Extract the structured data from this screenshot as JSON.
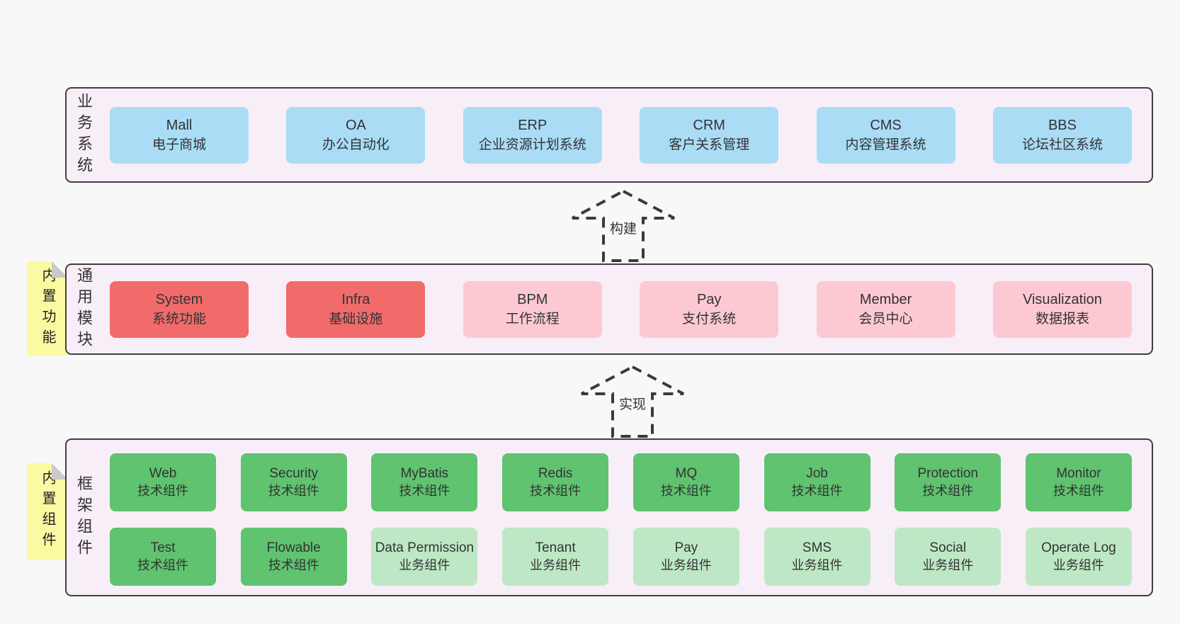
{
  "colors": {
    "page_bg": "#f8f8f8",
    "panel_bg": "#f8eef7",
    "panel_border": "#3f3f3f",
    "box_blue": "#aadcf6",
    "box_red": "#f16b6b",
    "box_pink": "#fcc9d3",
    "box_green": "#5fc36f",
    "box_green_light": "#bee8c5",
    "tab_yellow": "#fafaa2",
    "tab_fold": "#c9c9c9",
    "text": "#333333"
  },
  "sections": {
    "business": {
      "label": "业务系统",
      "boxes": [
        {
          "name": "Mall",
          "desc": "电子商城",
          "variant": "blue"
        },
        {
          "name": "OA",
          "desc": "办公自动化",
          "variant": "blue"
        },
        {
          "name": "ERP",
          "desc": "企业资源计划系统",
          "variant": "blue"
        },
        {
          "name": "CRM",
          "desc": "客户关系管理",
          "variant": "blue"
        },
        {
          "name": "CMS",
          "desc": "内容管理系统",
          "variant": "blue"
        },
        {
          "name": "BBS",
          "desc": "论坛社区系统",
          "variant": "blue"
        }
      ]
    },
    "modules": {
      "tab": "内置功能",
      "label": "通用模块",
      "boxes": [
        {
          "name": "System",
          "desc": "系统功能",
          "variant": "red"
        },
        {
          "name": "Infra",
          "desc": "基础设施",
          "variant": "red"
        },
        {
          "name": "BPM",
          "desc": "工作流程",
          "variant": "pink"
        },
        {
          "name": "Pay",
          "desc": "支付系统",
          "variant": "pink"
        },
        {
          "name": "Member",
          "desc": "会员中心",
          "variant": "pink"
        },
        {
          "name": "Visualization",
          "desc": "数据报表",
          "variant": "pink"
        }
      ]
    },
    "framework": {
      "tab": "内置组件",
      "label": "框架组件",
      "rows": [
        [
          {
            "name": "Web",
            "desc": "技术组件",
            "variant": "green"
          },
          {
            "name": "Security",
            "desc": "技术组件",
            "variant": "green"
          },
          {
            "name": "MyBatis",
            "desc": "技术组件",
            "variant": "green"
          },
          {
            "name": "Redis",
            "desc": "技术组件",
            "variant": "green"
          },
          {
            "name": "MQ",
            "desc": "技术组件",
            "variant": "green"
          },
          {
            "name": "Job",
            "desc": "技术组件",
            "variant": "green"
          },
          {
            "name": "Protection",
            "desc": "技术组件",
            "variant": "green"
          },
          {
            "name": "Monitor",
            "desc": "技术组件",
            "variant": "green"
          }
        ],
        [
          {
            "name": "Test",
            "desc": "技术组件",
            "variant": "green"
          },
          {
            "name": "Flowable",
            "desc": "技术组件",
            "variant": "green"
          },
          {
            "name": "Data Permission",
            "desc": "业务组件",
            "variant": "green-light"
          },
          {
            "name": "Tenant",
            "desc": "业务组件",
            "variant": "green-light"
          },
          {
            "name": "Pay",
            "desc": "业务组件",
            "variant": "green-light"
          },
          {
            "name": "SMS",
            "desc": "业务组件",
            "variant": "green-light"
          },
          {
            "name": "Social",
            "desc": "业务组件",
            "variant": "green-light"
          },
          {
            "name": "Operate Log",
            "desc": "业务组件",
            "variant": "green-light"
          }
        ]
      ]
    }
  },
  "arrows": {
    "build": "构建",
    "implement": "实现"
  }
}
